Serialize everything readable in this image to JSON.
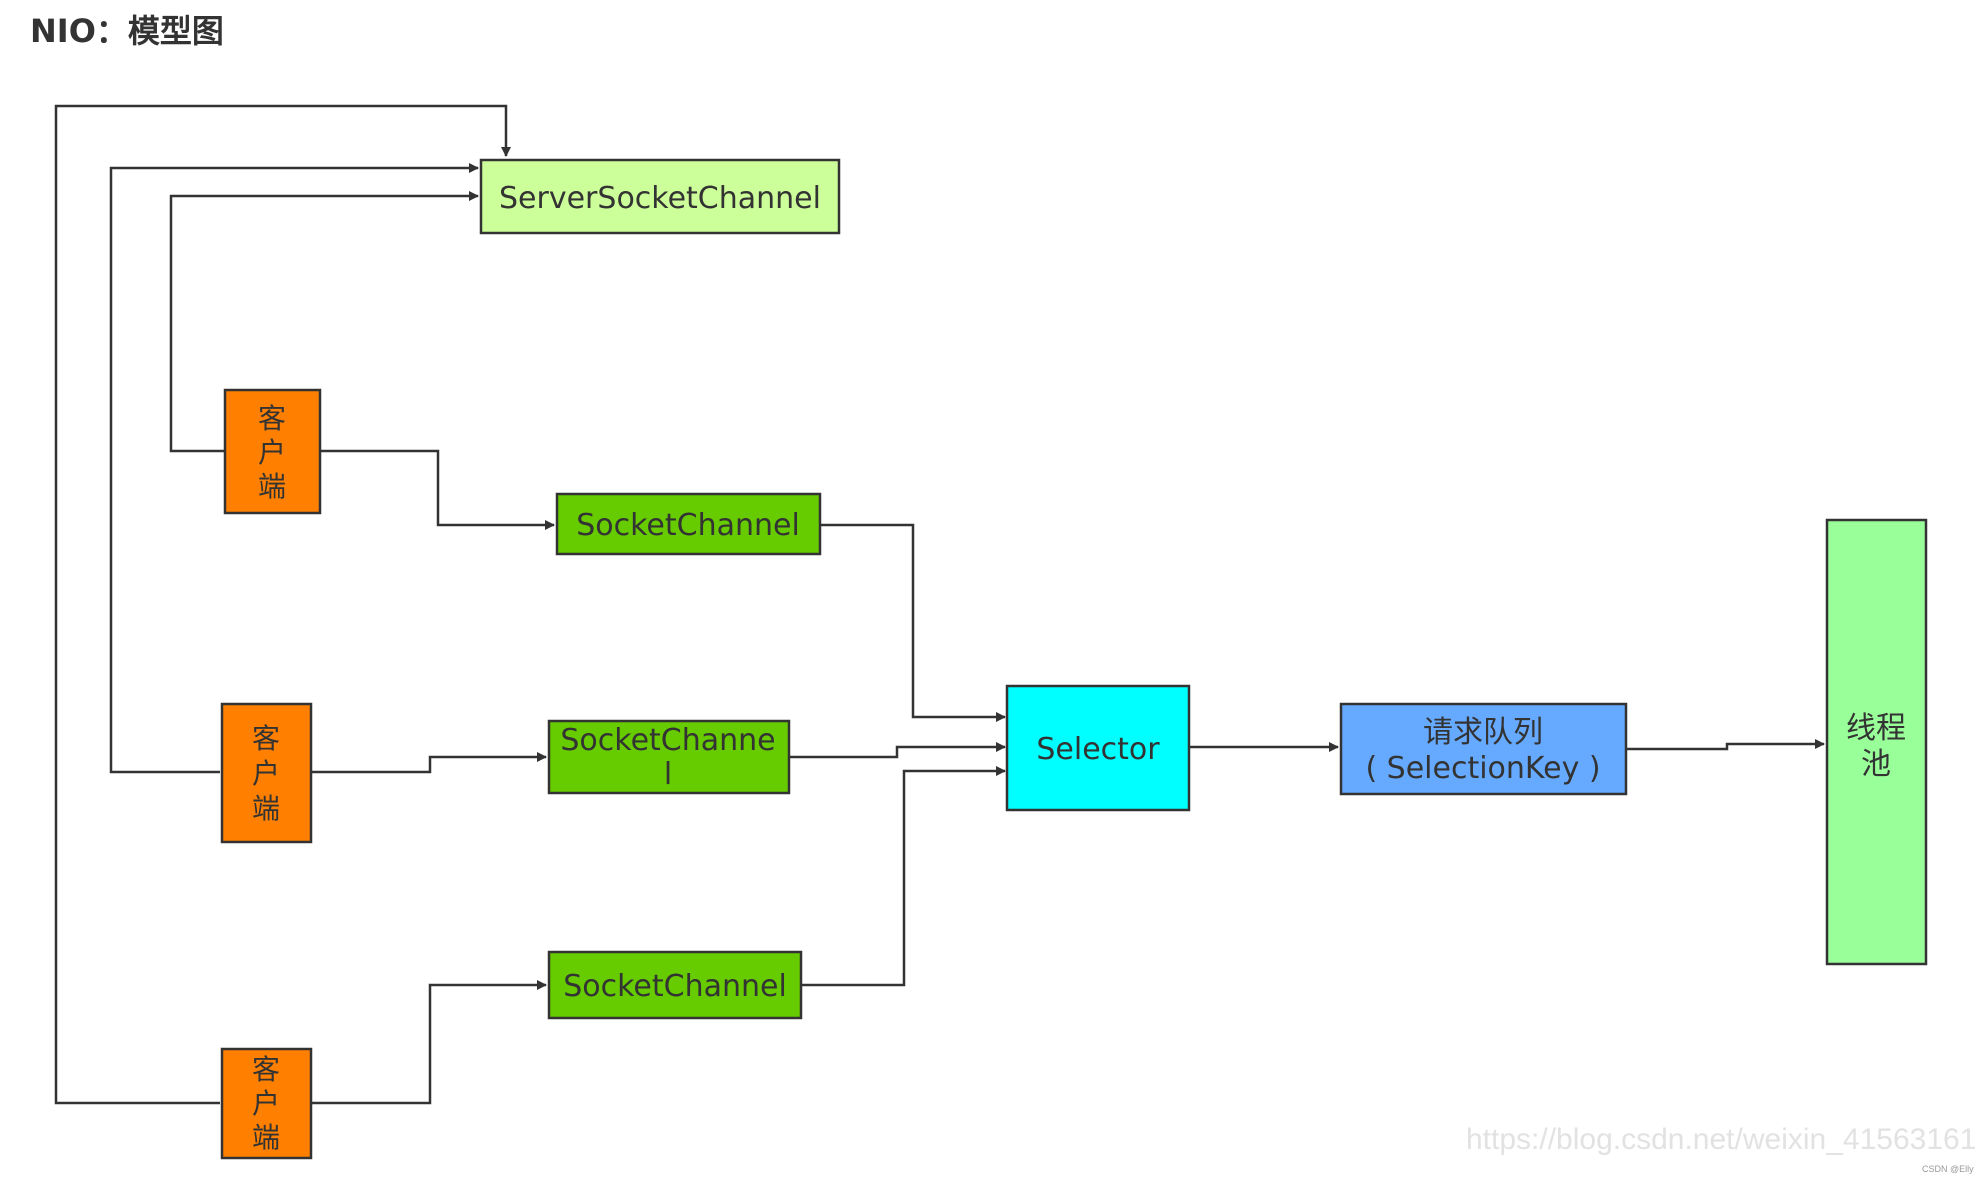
{
  "title": "NIO：模型图",
  "colors": {
    "server_channel": "#ccff99",
    "client": "#ff8000",
    "socket_channel": "#66cc00",
    "selector": "#00ffff",
    "queue": "#66aaff",
    "pool": "#99ff99",
    "stroke": "#333333"
  },
  "nodes": {
    "server_socket_channel": "ServerSocketChannel",
    "client_label": "客户端",
    "socket_channel_1": "SocketChannel",
    "socket_channel_2_line1": "SocketChanne",
    "socket_channel_2_line2": "l",
    "socket_channel_3": "SocketChannel",
    "selector": "Selector",
    "queue_line1": "请求队列",
    "queue_line2": "( SelectionKey )",
    "thread_pool_line1": "线程",
    "thread_pool_line2": "池"
  },
  "watermark": "https://blog.csdn.net/weixin_41563161",
  "watermark_small": "CSDN @Elly"
}
